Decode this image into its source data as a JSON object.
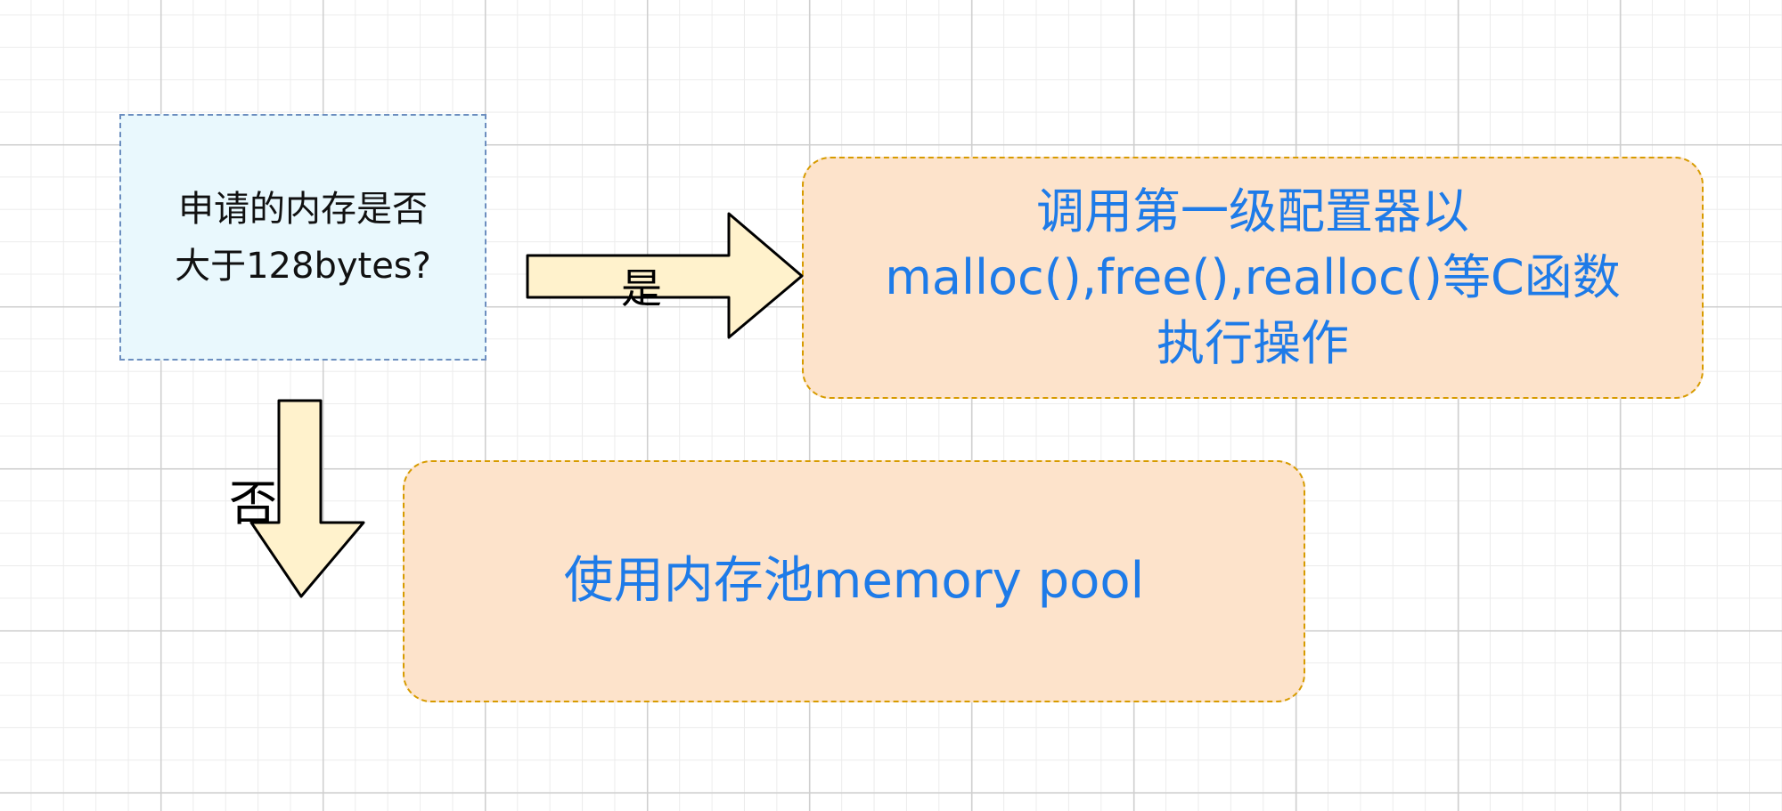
{
  "diagram": {
    "decision": {
      "lines": [
        "申请的内存是否",
        "大于128bytes?"
      ]
    },
    "yes_process": {
      "lines": [
        "调用第一级配置器以",
        "malloc(),free(),realloc()等C函数",
        "执行操作"
      ]
    },
    "no_process": {
      "lines": [
        "使用内存池memory pool"
      ]
    },
    "edges": {
      "yes_label": "是",
      "no_label": "否"
    },
    "colors": {
      "decision_fill": "#e9f8fd",
      "decision_border": "#6c8ebf",
      "process_fill": "#fde3cb",
      "process_border": "#d79b00",
      "process_text": "#1e7be8",
      "arrow_fill": "#fff2cc",
      "arrow_stroke": "#000000"
    }
  }
}
